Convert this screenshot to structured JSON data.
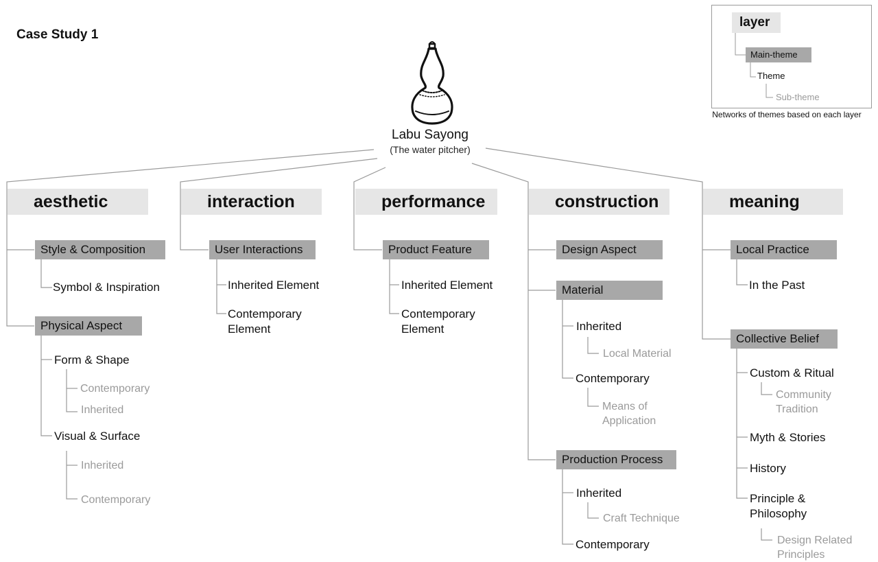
{
  "case_study_title": "Case Study 1",
  "root": {
    "title": "Labu Sayong",
    "subtitle": "(The water pitcher)",
    "icon": "water-pitcher-gourd-icon"
  },
  "legend": {
    "layer": "layer",
    "main_theme": "Main-theme",
    "theme": "Theme",
    "sub_theme": "Sub-theme",
    "caption": "Networks of themes based on each layer"
  },
  "layers": [
    {
      "name": "aesthetic",
      "main_themes": [
        {
          "name": "Style & Composition",
          "themes": [
            {
              "name": "Symbol & Inspiration",
              "sub_themes": []
            }
          ]
        },
        {
          "name": "Physical Aspect",
          "themes": [
            {
              "name": "Form & Shape",
              "sub_themes": [
                "Contemporary",
                "Inherited"
              ]
            },
            {
              "name": "Visual & Surface",
              "sub_themes": [
                "Inherited",
                "Contemporary"
              ]
            }
          ]
        }
      ]
    },
    {
      "name": "interaction",
      "main_themes": [
        {
          "name": "User Interactions",
          "themes": [
            {
              "name": "Inherited Element",
              "sub_themes": []
            },
            {
              "name": "Contemporary Element",
              "sub_themes": []
            }
          ]
        }
      ]
    },
    {
      "name": "performance",
      "main_themes": [
        {
          "name": "Product Feature",
          "themes": [
            {
              "name": "Inherited Element",
              "sub_themes": []
            },
            {
              "name": "Contemporary Element",
              "sub_themes": []
            }
          ]
        }
      ]
    },
    {
      "name": "construction",
      "main_themes": [
        {
          "name": "Design Aspect",
          "themes": []
        },
        {
          "name": "Material",
          "themes": [
            {
              "name": "Inherited",
              "sub_themes": [
                "Local Material"
              ]
            },
            {
              "name": "Contemporary",
              "sub_themes": [
                "Means of Application"
              ]
            }
          ]
        },
        {
          "name": "Production Process",
          "themes": [
            {
              "name": "Inherited",
              "sub_themes": [
                "Craft Technique"
              ]
            },
            {
              "name": "Contemporary",
              "sub_themes": []
            }
          ]
        }
      ]
    },
    {
      "name": "meaning",
      "main_themes": [
        {
          "name": "Local Practice",
          "themes": [
            {
              "name": "In the Past",
              "sub_themes": []
            }
          ]
        },
        {
          "name": "Collective Belief",
          "themes": [
            {
              "name": "Custom & Ritual",
              "sub_themes": [
                "Community Tradition"
              ]
            },
            {
              "name": "Myth & Stories",
              "sub_themes": []
            },
            {
              "name": "History",
              "sub_themes": []
            },
            {
              "name": "Principle & Philosophy",
              "sub_themes": [
                "Design Related Principles"
              ]
            }
          ]
        }
      ]
    }
  ],
  "colors": {
    "layer_fill": "#e6e6e6",
    "main_theme_fill": "#a8a8a8",
    "connector": "#9a9a9a",
    "sub_theme_text": "#9a9a9a"
  }
}
